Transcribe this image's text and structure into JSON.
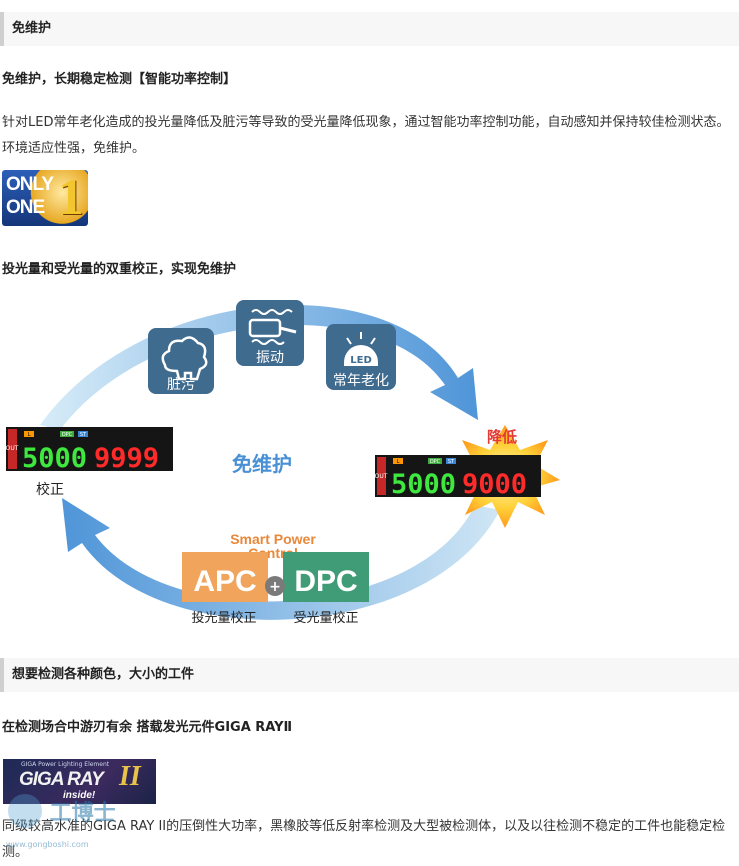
{
  "section1": {
    "header": "免维护",
    "subtitle": "免维护，长期稳定检测【智能功率控制】",
    "para": "针对LED常年老化造成的投光量降低及脏污等导致的受光量降低现象，通过智能功率控制功能，自动感知并保持较佳检测状态。环境适应性强，免维护。",
    "badge": {
      "line1": "ONLY",
      "line2": "ONE",
      "num": "1"
    },
    "subtitle2": "投光量和受光量的双重校正，实现免维护"
  },
  "diagram": {
    "dirty_label": "脏污",
    "vibration_label": "振动",
    "aging_label": "常年老化",
    "led_text": "LED",
    "center_label": "免维护",
    "decrease_label": "降低",
    "correct_label": "校正",
    "display_left": {
      "green": "5000",
      "red": "9999"
    },
    "display_right": {
      "green": "5000",
      "red": "9000"
    },
    "display_tags": {
      "l": "L",
      "dpc": "DPC",
      "st": "ST",
      "out": "OUT"
    },
    "smart_power": "Smart Power",
    "control": "Control",
    "apc": "APC",
    "dpc": "DPC",
    "plus": "+",
    "apc_sub": "投光量校正",
    "dpc_sub": "受光量校正"
  },
  "section2": {
    "header": "想要检测各种颜色，大小的工件",
    "subtitle": "在检测场合中游刃有余 搭载发光元件GIGA RAYⅡ",
    "giga": {
      "small": "GIGA Power Lighting Element",
      "main": "GIGA RAY",
      "roman": "II",
      "inside": "inside!"
    },
    "para": "同级较高水准的GIGA RAY II的压倒性大功率，黑橡胶等低反射率检测及大型被检测体，以及以往检测不稳定的工件也能稳定检测。"
  },
  "watermark": {
    "text": "工博士",
    "url": "www.gongboshi.com"
  }
}
